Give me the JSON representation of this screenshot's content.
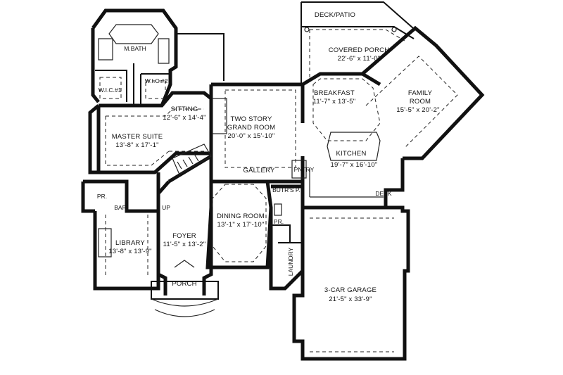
{
  "rooms": {
    "deck_patio": {
      "name": "DECK/PATIO"
    },
    "covered_porch": {
      "name": "COVERED PORCH",
      "dims": "22'-6\" x 11'-0\""
    },
    "m_bath": {
      "name": "M.BATH"
    },
    "wic1": {
      "name": "W.I.C.#1"
    },
    "wic2": {
      "name": "W.I.C.#2"
    },
    "sitting": {
      "name": "SITTING",
      "dims": "12'-6\" x 14'-4\""
    },
    "two_story": {
      "name": "TWO STORY",
      "name2": "GRAND ROOM",
      "dims": "20'-0\" x 15'-10\""
    },
    "breakfast": {
      "name": "BREAKFAST",
      "dims": "11'-7\" x 13'-5\""
    },
    "family_room": {
      "name": "FAMILY",
      "name2": "ROOM",
      "dims": "15'-5\" x 20'-2\""
    },
    "master_suite": {
      "name": "MASTER SUITE",
      "dims": "13'-8\" x 17'-1\""
    },
    "kitchen": {
      "name": "KITCHEN",
      "dims": "19'-7\" x 16'-10\""
    },
    "gallery": {
      "name": "GALLERY"
    },
    "pntry": {
      "name": "PNTRY"
    },
    "butrs_p": {
      "name": "BUTR'S P."
    },
    "desk": {
      "name": "DESK"
    },
    "pr_left": {
      "name": "PR."
    },
    "bar": {
      "name": "BAR"
    },
    "up": {
      "name": "UP"
    },
    "foyer": {
      "name": "FOYER",
      "dims": "11'-5\" x 13'-2\""
    },
    "dining": {
      "name": "DINING ROOM",
      "dims": "13'-1\" x 17'-10\""
    },
    "pr_center": {
      "name": "PR."
    },
    "library": {
      "name": "LIBRARY",
      "dims": "13'-8\" x 13'-9\""
    },
    "laundry": {
      "name": "LAUNDRY"
    },
    "porch": {
      "name": "PORCH"
    },
    "garage": {
      "name": "3-CAR GARAGE",
      "dims": "21'-5\" x 33'-9\""
    }
  },
  "colors": {
    "walls": "#111111",
    "background": "#ffffff"
  }
}
